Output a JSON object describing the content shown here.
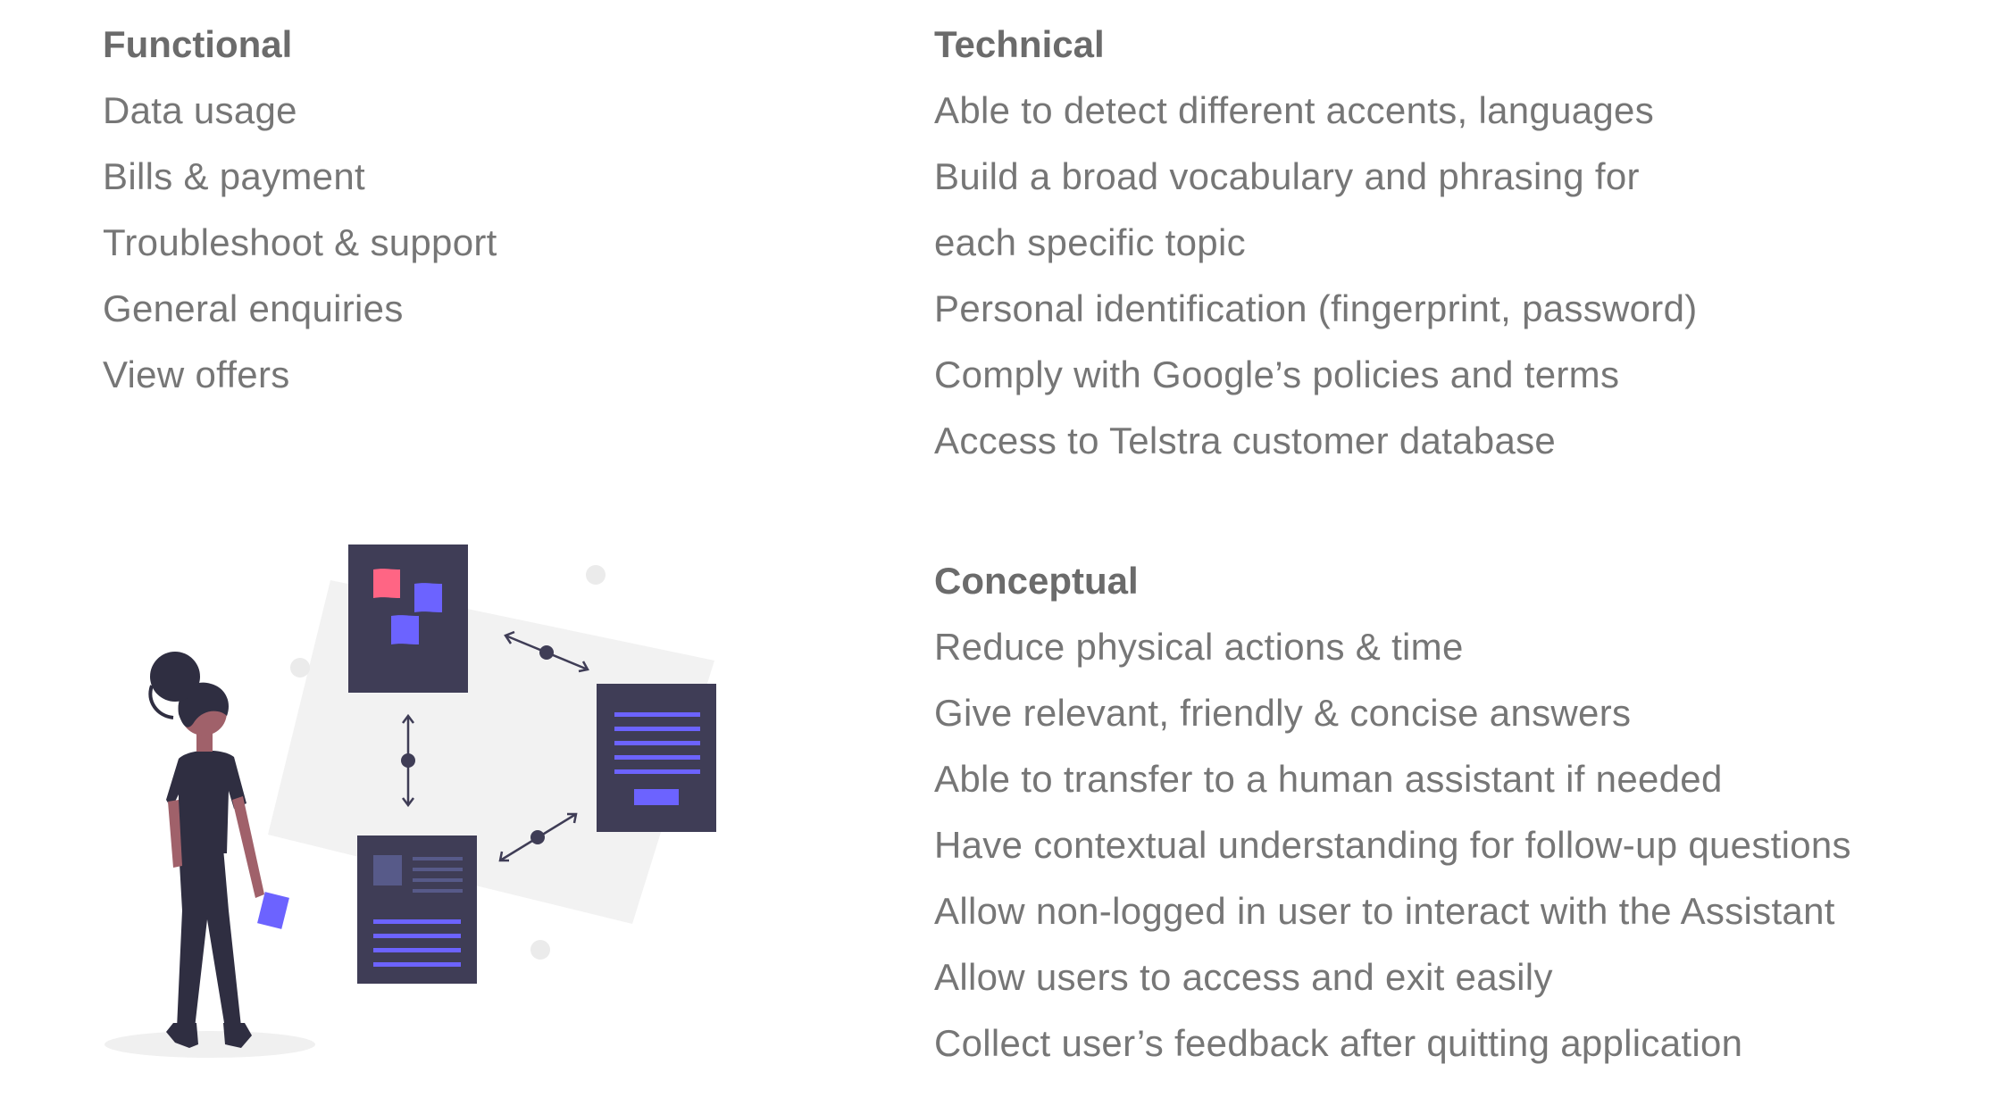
{
  "functional": {
    "heading": "Functional",
    "items": [
      "Data usage",
      "Bills & payment",
      "Troubleshoot & support",
      "General enquiries",
      "View offers"
    ]
  },
  "technical": {
    "heading": "Technical",
    "items": [
      "Able to detect different accents, languages",
      "Build a broad vocabulary and phrasing for",
      "each specific topic",
      "Personal identification (fingerprint, password)",
      "Comply with Google’s policies and terms",
      "Access to Telstra customer database"
    ]
  },
  "conceptual": {
    "heading": "Conceptual",
    "items": [
      "Reduce physical actions & time",
      "Give relevant, friendly & concise answers",
      "Able to transfer to a human assistant if needed",
      "Have contextual understanding for follow-up questions",
      "Allow non-logged in user to interact with the Assistant",
      "Allow users to access and exit easily",
      "Collect user’s feedback after quitting application"
    ]
  },
  "colors": {
    "heading_text": "#6b6b6b",
    "body_text": "#767676",
    "card_dark": "#3f3d56",
    "accent_purple": "#6c63ff",
    "accent_pink": "#ff6584",
    "background_shape": "#f2f2f2"
  },
  "illustration": {
    "icon": "woman-viewing-documents-illustration"
  }
}
